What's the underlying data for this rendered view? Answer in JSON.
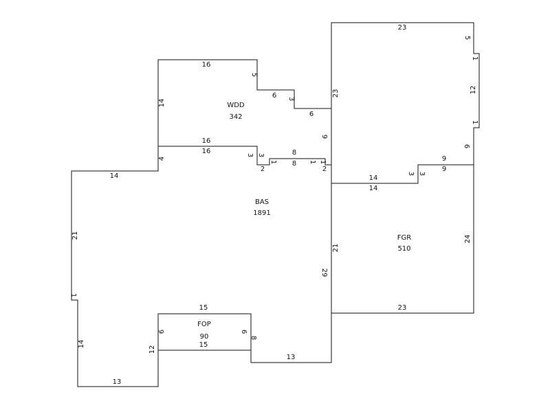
{
  "areas": {
    "wdd": {
      "code": "WDD",
      "size": "342"
    },
    "bas": {
      "code": "BAS",
      "size": "1891"
    },
    "fgr": {
      "code": "FGR",
      "size": "510"
    },
    "fop": {
      "code": "FOP",
      "size": "90"
    }
  },
  "dims": {
    "wdd_top": "16",
    "wdd_right_a": "5",
    "wdd_step_a": "6",
    "wdd_step_b": "3",
    "wdd_step_c": "6",
    "wdd_left": "14",
    "wdd_bottom_upper": "16",
    "wdd_bottom_lower": "16",
    "notch_a": "3",
    "notch_b": "3",
    "notch_c": "1",
    "notch_d": "8",
    "notch_e": "8",
    "notch_f": "1",
    "notch_g": "1",
    "notch_h": "2",
    "notch_i": "2",
    "mid_vertical": "9",
    "fgr_top": "23",
    "fgr_right_top": "5",
    "fgr_jog_a": "1",
    "fgr_right_mid": "12",
    "fgr_jog_b": "1",
    "fgr_left_upper": "23",
    "fgr_right_low": "6",
    "fgr_step_top": "9",
    "fgr_step_bottom": "9",
    "fgr_step_a": "3",
    "fgr_step_b": "3",
    "fgr_upper_edge": "14",
    "fgr_upper_edge_b": "14",
    "fgr_right": "24",
    "fgr_left": "21",
    "fgr_bottom": "23",
    "bas_29": "29",
    "bas_left_top": "4",
    "bas_top_left": "14",
    "bas_left": "21",
    "bas_jog": "1",
    "bas_left_low": "14",
    "bas_bottom_left": "13",
    "bas_bottom_right": "13",
    "fop_top": "15",
    "fop_left": "6",
    "fop_right": "6",
    "fop_bottom": "15",
    "fop_below_left": "12",
    "fop_below_right": "8"
  }
}
